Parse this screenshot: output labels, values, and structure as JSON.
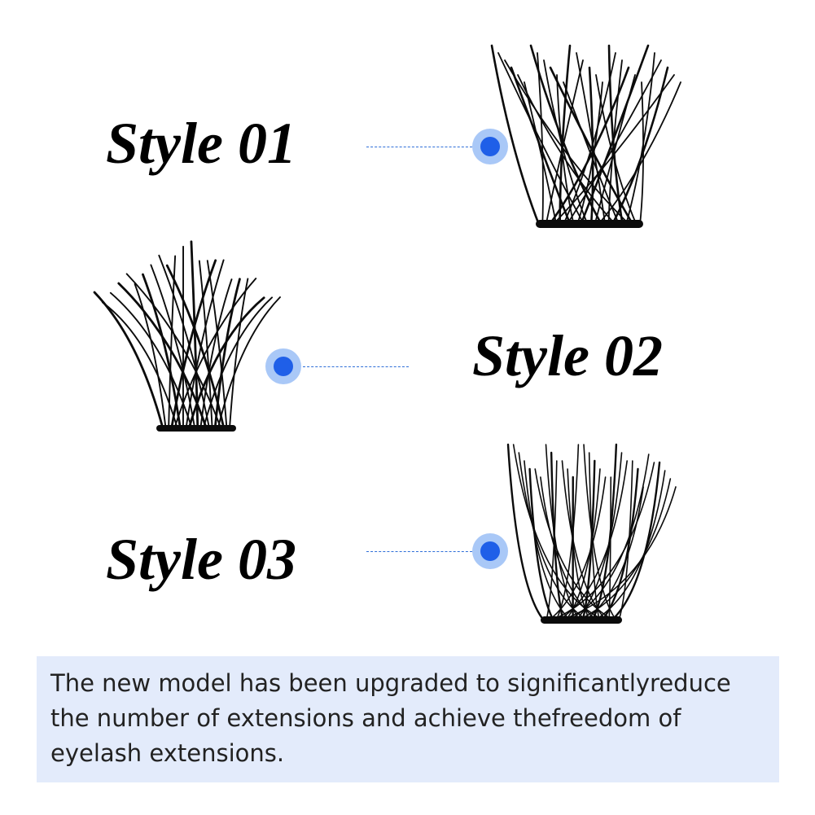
{
  "styles": [
    {
      "label": "Style 01",
      "image": "eyelash-cluster-style-01"
    },
    {
      "label": "Style 02",
      "image": "eyelash-cluster-style-02"
    },
    {
      "label": "Style 03",
      "image": "eyelash-cluster-style-03"
    }
  ],
  "colors": {
    "marker_dot": "#1f5fe8",
    "marker_ring": "#a9c8f7",
    "connector": "#2f6fd8",
    "note_background": "#e3ebfb",
    "lash": "#0b0b0b"
  },
  "description": {
    "lines": [
      "The new model has been upgraded to significantlyreduce",
      "the number of extensions and achieve thefreedom of",
      "eyelash extensions."
    ]
  }
}
